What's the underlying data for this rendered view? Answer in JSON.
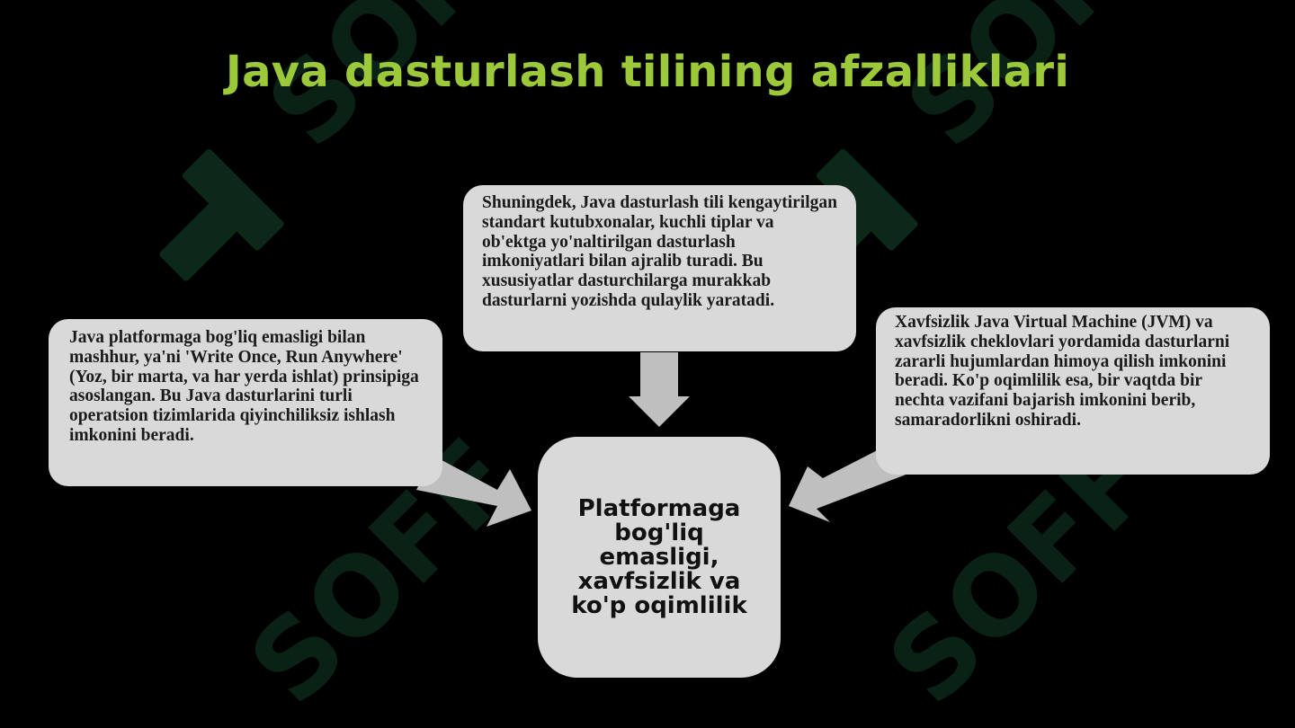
{
  "slide": {
    "title": "Java dasturlash tilining afzalliklari",
    "watermark_text": "SOFF"
  },
  "boxes": {
    "top": "Shuningdek, Java dasturlash tili kengaytirilgan standart kutubxonalar, kuchli tiplar va ob'ektga yo'naltirilgan dasturlash imkoniyatlari bilan ajralib turadi. Bu xususiyatlar dasturchilarga murakkab dasturlarni yozishda qulaylik yaratadi.",
    "left": "Java platformaga bog'liq emasligi bilan mashhur, ya'ni 'Write Once, Run Anywhere' (Yoz, bir marta, va har yerda ishlat) prinsipiga asoslangan. Bu Java dasturlarini turli operatsion tizimlarida qiyinchiliksiz ishlash imkonini beradi.",
    "right": "Xavfsizlik Java Virtual Machine (JVM) va xavfsizlik cheklovlari yordamida dasturlarni zararli hujumlardan himoya qilish imkonini beradi. Ko'p oqimlilik esa, bir vaqtda bir nechta vazifani bajarish imkonini berib, samaradorlikni oshiradi.",
    "center": "Platformaga bog'liq emasligi, xavfsizlik va ko'p oqimlilik"
  },
  "colors": {
    "background": "#000000",
    "title": "#9cc93a",
    "box_fill": "#d9d9d9",
    "arrow_fill": "#bfbfbf",
    "watermark": "#0d2a1a"
  }
}
